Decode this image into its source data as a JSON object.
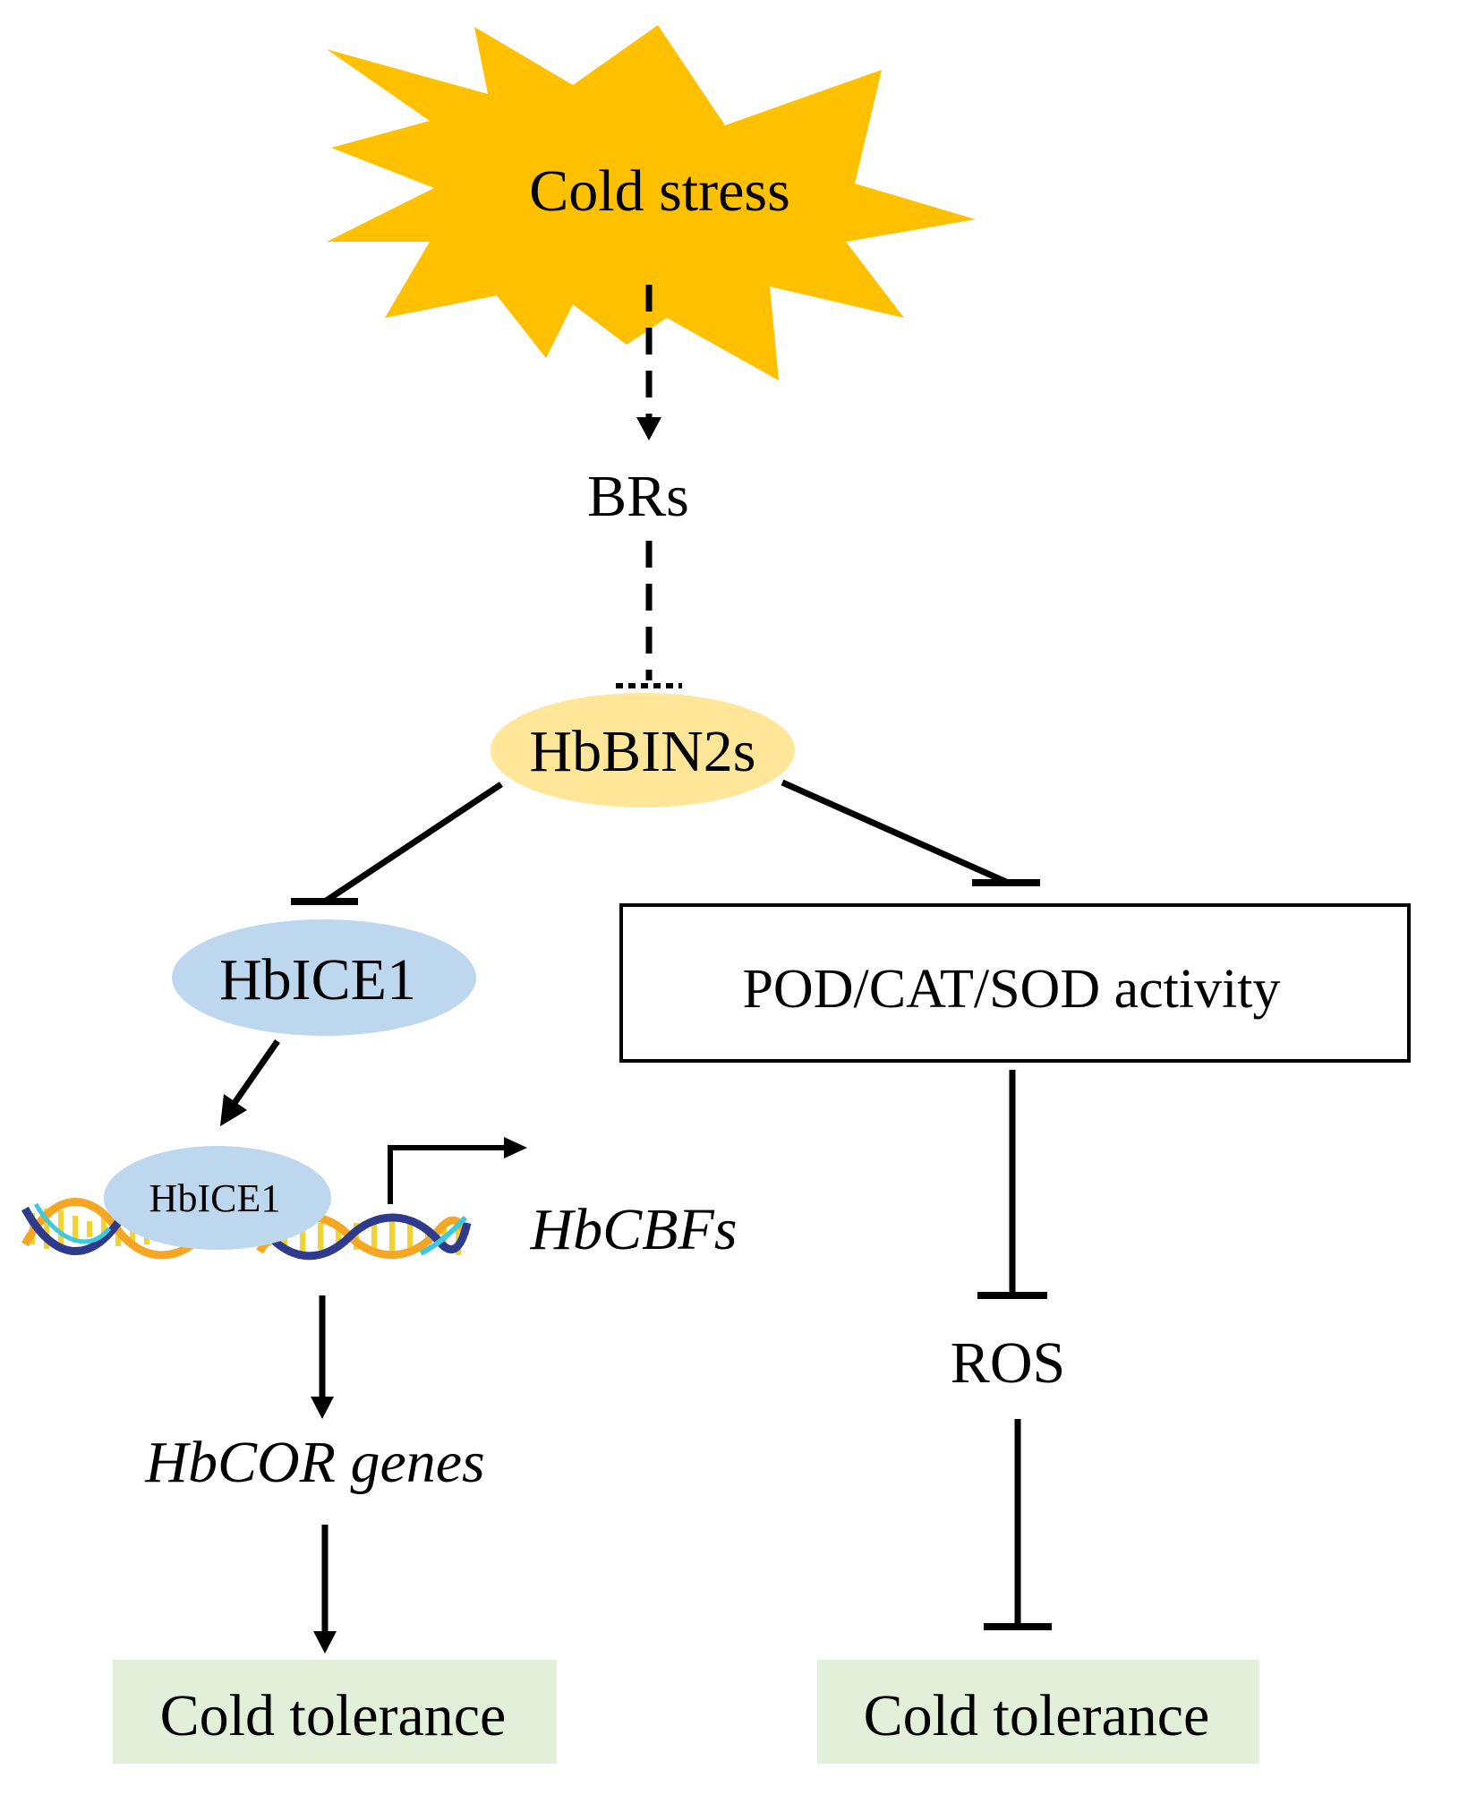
{
  "nodes": {
    "cold_stress": "Cold stress",
    "brs": "BRs",
    "hbbin2s": "HbBIN2s",
    "hbice1": "HbICE1",
    "hbice1_dna": "HbICE1",
    "hbcbfs": "HbCBFs",
    "hbcor_genes": "HbCOR genes",
    "cold_tolerance_left": "Cold tolerance",
    "enzyme_activity": "POD/CAT/SOD activity",
    "ros": "ROS",
    "cold_tolerance_right": "Cold tolerance"
  },
  "colors": {
    "starburst": "#FFC000",
    "hbbin2s_fill": "#FFE699",
    "hbice1_fill": "#BDD7EE",
    "tolerance_fill": "#E2F0D9",
    "edge": "#000000",
    "dna_orange": "#F5A623",
    "dna_navy": "#2E3A8C",
    "dna_cyan": "#3FC8E0",
    "dna_yellow": "#F2D230"
  },
  "edges": [
    {
      "from": "cold_stress",
      "to": "brs",
      "type": "dashed-arrow"
    },
    {
      "from": "brs",
      "to": "hbbin2s",
      "type": "dashed-inhibition"
    },
    {
      "from": "hbbin2s",
      "to": "hbice1",
      "type": "inhibition"
    },
    {
      "from": "hbbin2s",
      "to": "enzyme_activity",
      "type": "inhibition"
    },
    {
      "from": "hbice1",
      "to": "hbice1_dna",
      "type": "arrow"
    },
    {
      "from": "hbice1_dna",
      "to": "hbcbfs",
      "type": "promoter-arrow"
    },
    {
      "from": "hbice1_dna",
      "to": "hbcor_genes",
      "type": "arrow"
    },
    {
      "from": "hbcor_genes",
      "to": "cold_tolerance_left",
      "type": "arrow"
    },
    {
      "from": "enzyme_activity",
      "to": "ros",
      "type": "inhibition"
    },
    {
      "from": "ros",
      "to": "cold_tolerance_right",
      "type": "inhibition"
    }
  ]
}
